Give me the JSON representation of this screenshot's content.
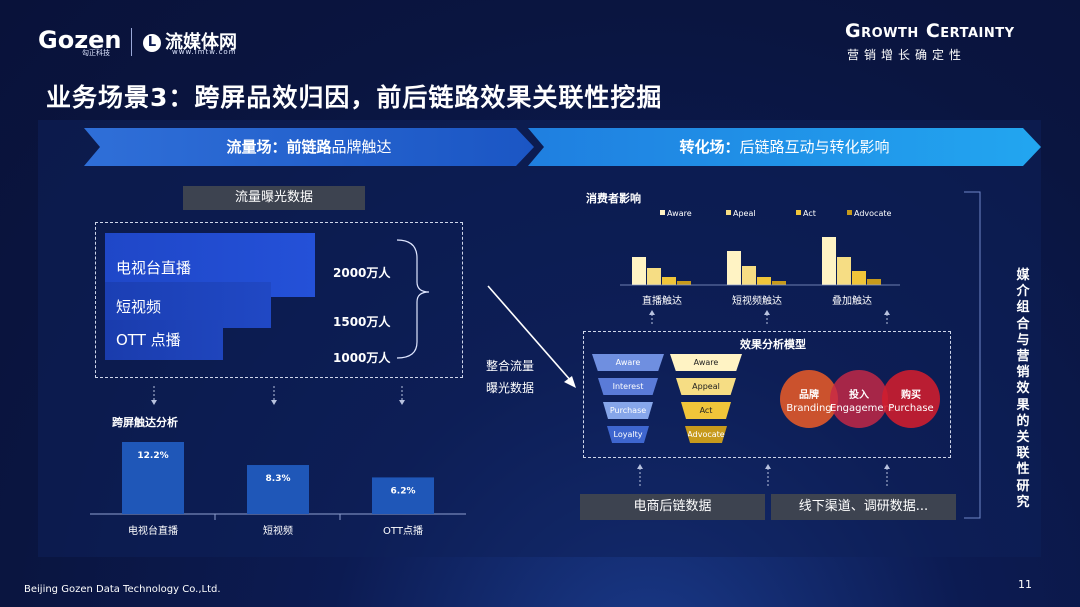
{
  "logo": {
    "gozen": "Gozen",
    "gozen_sub": "勾正科技",
    "lmtw": "流媒体网",
    "lmtw_sub": "www.lmtw.com"
  },
  "brand": {
    "title": "Growth Certainty",
    "subtitle": "营销增长确定性"
  },
  "title": "业务场景3：跨屏品效归因，前后链路效果关联性挖掘",
  "banner_left": {
    "label": "流量场：",
    "bold": "前链路",
    "rest": "品牌触达"
  },
  "banner_right": {
    "label": "转化场：",
    "rest": "后链路互动与转化影响"
  },
  "exposure_box": "流量曝光数据",
  "channels": [
    {
      "name": "电视台直播",
      "value": "2000万人"
    },
    {
      "name": "短视频",
      "value": "1500万人"
    },
    {
      "name": "OTT 点播",
      "value": "1000万人"
    }
  ],
  "integrate_label": [
    "整合流量",
    "曝光数据"
  ],
  "cross_screen": {
    "title": "跨屏触达分析",
    "chart_data": {
      "type": "bar",
      "categories": [
        "电视台直播",
        "短视频",
        "OTT点播"
      ],
      "values": [
        12.2,
        8.3,
        6.2
      ],
      "labels": [
        "12.2%",
        "8.3%",
        "6.2%"
      ],
      "title": "跨屏触达分析"
    }
  },
  "consumer": {
    "title": "消费者影响",
    "chart_data": {
      "type": "bar",
      "categories": [
        "直播触达",
        "短视频触达",
        "叠加触达"
      ],
      "series": [
        {
          "name": "Aware",
          "values": [
            28,
            34,
            48
          ]
        },
        {
          "name": "Apeal",
          "values": [
            17,
            19,
            28
          ]
        },
        {
          "name": "Act",
          "values": [
            8,
            8,
            14
          ]
        },
        {
          "name": "Advocate",
          "values": [
            4,
            4,
            6
          ]
        }
      ],
      "colors": [
        "#fff3c4",
        "#f6dd84",
        "#f0c53a",
        "#c79a1c"
      ]
    }
  },
  "model": {
    "title": "效果分析模型",
    "funnel_left": [
      "Aware",
      "Interest",
      "Purchase",
      "Loyalty"
    ],
    "funnel_right": [
      "Aware",
      "Appeal",
      "Act",
      "Advocate"
    ],
    "circles": [
      {
        "top": "品牌",
        "bottom": "Branding"
      },
      {
        "top": "投入",
        "bottom": "Engagement"
      },
      {
        "top": "购买",
        "bottom": "Purchase"
      }
    ]
  },
  "data_boxes": [
    "电商后链数据",
    "线下渠道、调研数据..."
  ],
  "vertical_text": "媒介组合与营销效果的关联性研究",
  "footer": "Beijing Gozen Data Technology Co.,Ltd.",
  "page_number": "11"
}
